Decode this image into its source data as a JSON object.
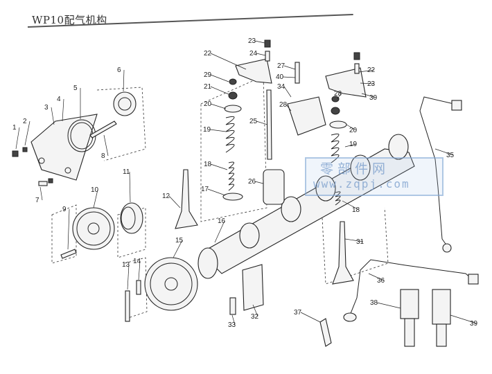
{
  "title": "WP10配气机构",
  "watermark": {
    "cn": "零部件网",
    "url": "www.zqpj.com",
    "color": "#7aa0d0"
  },
  "callouts": [
    "1",
    "2",
    "3",
    "4",
    "5",
    "6",
    "7",
    "8",
    "9",
    "10",
    "11",
    "12",
    "13",
    "14",
    "15",
    "16",
    "17",
    "18",
    "19",
    "20",
    "21",
    "22",
    "23",
    "24",
    "25",
    "26",
    "27",
    "28",
    "29",
    "30",
    "31",
    "32",
    "33",
    "34",
    "35",
    "36",
    "37",
    "38",
    "39",
    "40"
  ]
}
